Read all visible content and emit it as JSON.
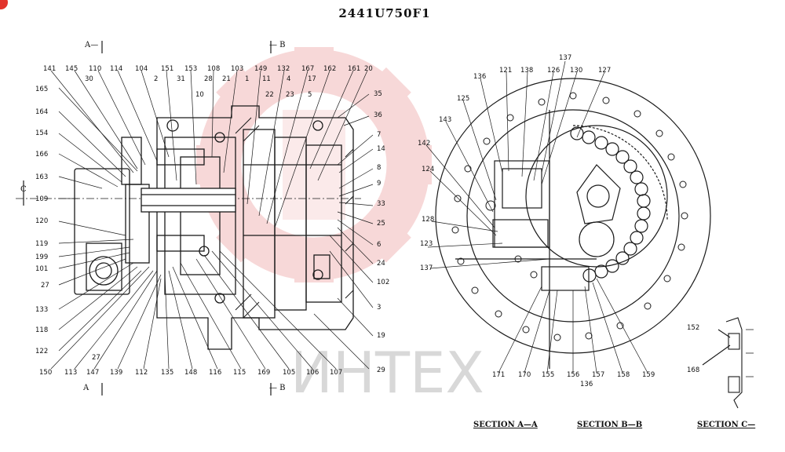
{
  "title": "2441U750F1",
  "sections": {
    "aa": "SECTION A—A",
    "bb": "SECTION B—B",
    "cc": "SECTION C—"
  },
  "cut_markers": {
    "a_top": "A—",
    "b_top": "— B",
    "a_bottom": "A",
    "b_bottom": "— B",
    "c_left": "C"
  },
  "watermark": "ИНТЕХ",
  "colors": {
    "watermark": "#f2b9b9",
    "line": "#1a1a1a",
    "badge": "#e2342c"
  },
  "labels_main": [
    "141",
    "145",
    "110",
    "114",
    "104",
    "151",
    "153",
    "108",
    "103",
    "149",
    "132",
    "167",
    "162",
    "161",
    "20",
    "30",
    "2",
    "31",
    "28",
    "21",
    "1",
    "11",
    "4",
    "17",
    "10",
    "22",
    "23",
    "5",
    "35",
    "36",
    "165",
    "164",
    "154",
    "166",
    "163",
    "109",
    "120",
    "119",
    "199",
    "101",
    "27",
    "133",
    "118",
    "122",
    "150",
    "113",
    "147",
    "27",
    "139",
    "112",
    "135",
    "148",
    "116",
    "115",
    "169",
    "105",
    "106",
    "107",
    "29",
    "19",
    "3",
    "102",
    "24",
    "6",
    "25",
    "33",
    "9",
    "8",
    "14",
    "7"
  ],
  "labels_aa": [
    "137",
    "121",
    "138",
    "126",
    "130",
    "127",
    "136",
    "125",
    "143",
    "142",
    "124",
    "128",
    "123",
    "137",
    "171",
    "170",
    "155",
    "156",
    "136",
    "157",
    "158",
    "159"
  ],
  "labels_cc": [
    "152",
    "168"
  ]
}
